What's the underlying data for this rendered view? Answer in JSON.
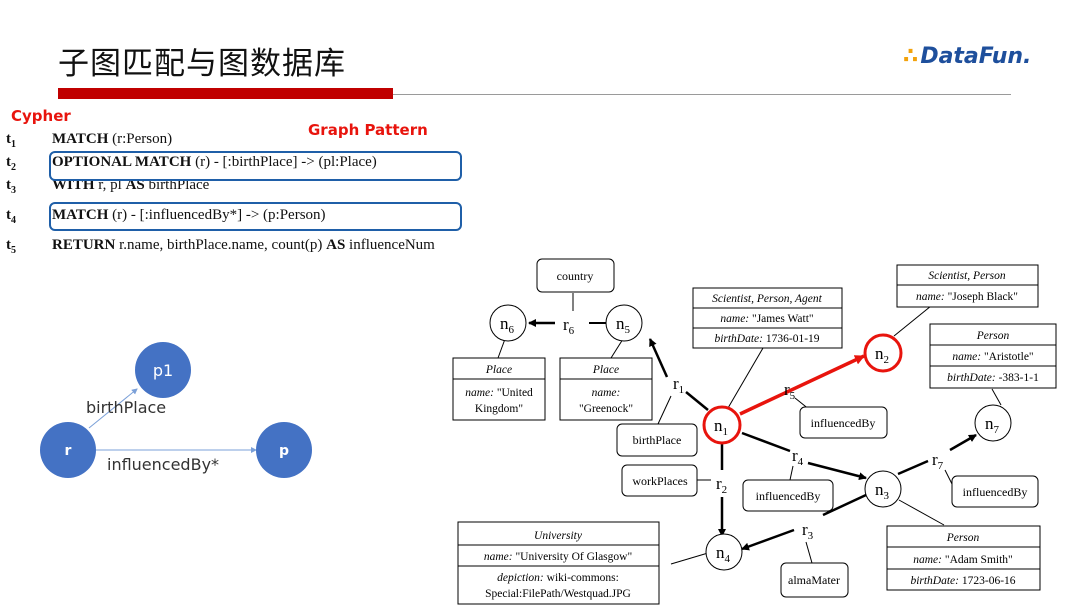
{
  "header": {
    "title": "子图匹配与图数据库",
    "logo_text": "DataFun.",
    "logo_dots": "∴"
  },
  "labels": {
    "cypher": "Cypher",
    "graph_pattern": "Graph Pattern"
  },
  "query": {
    "lines": [
      {
        "t": "t",
        "sub": "1",
        "kw": "MATCH",
        "rest": " (r:Person)"
      },
      {
        "t": "t",
        "sub": "2",
        "kw": "OPTIONAL MATCH",
        "rest": " (r) - [:birthPlace] -> (pl:Place)"
      },
      {
        "t": "t",
        "sub": "3",
        "kw": "WITH",
        "rest": " r, pl ",
        "kw2": "AS",
        "rest2": " birthPlace"
      },
      {
        "t": "t",
        "sub": "4",
        "kw": "MATCH",
        "rest": " (r) - [:influencedBy*] -> (p:Person)"
      },
      {
        "t": "t",
        "sub": "5",
        "kw": "RETURN",
        "rest": " r.name, birthPlace.name, count(p) ",
        "kw2": "AS",
        "rest2": " influenceNum"
      }
    ]
  },
  "pattern": {
    "nodes": {
      "p1": "p1",
      "r": "r",
      "p": "p"
    },
    "edges": {
      "birthPlace": "birthPlace",
      "influencedBy": "influencedBy*"
    },
    "colors": {
      "node": "#4472c4",
      "edge": "#7ba0d8"
    }
  },
  "graph": {
    "nodes": {
      "n1": "n",
      "n1_sub": "1",
      "n2": "n",
      "n2_sub": "2",
      "n3": "n",
      "n3_sub": "3",
      "n4": "n",
      "n4_sub": "4",
      "n5": "n",
      "n5_sub": "5",
      "n6": "n",
      "n6_sub": "6",
      "n7": "n",
      "n7_sub": "7"
    },
    "edges": {
      "r1": "r",
      "r1_sub": "1",
      "r2": "r",
      "r2_sub": "2",
      "r3": "r",
      "r3_sub": "3",
      "r4": "r",
      "r4_sub": "4",
      "r5": "r",
      "r5_sub": "5",
      "r6": "r",
      "r6_sub": "6",
      "r7": "r",
      "r7_sub": "7"
    },
    "edge_labels": {
      "country": "country",
      "birthPlace": "birthPlace",
      "workPlaces": "workPlaces",
      "influencedBy_r5": "influencedBy",
      "influencedBy_r4": "influencedBy",
      "influencedBy_r7": "influencedBy",
      "almaMater": "almaMater"
    },
    "props": {
      "watt": {
        "type": "Scientist, Person, Agent",
        "name_key": "name:",
        "name_val": " \"James Watt\"",
        "bd_key": "birthDate:",
        "bd_val": " 1736-01-19"
      },
      "black": {
        "type": "Scientist, Person",
        "name_key": "name:",
        "name_val": " \"Joseph Black\""
      },
      "aristotle": {
        "type": "Person",
        "name_key": "name:",
        "name_val": " \"Aristotle\"",
        "bd_key": "birthDate:",
        "bd_val": " -383-1-1"
      },
      "smith": {
        "type": "Person",
        "name_key": "name:",
        "name_val": " \"Adam Smith\"",
        "bd_key": "birthDate:",
        "bd_val": " 1723-06-16"
      },
      "uk": {
        "type": "Place",
        "name_key": "name:",
        "name_val": " \"United",
        "name_val2": "Kingdom\""
      },
      "greenock": {
        "type": "Place",
        "name_key": "name:",
        "name_val": "\"Greenock\""
      },
      "glasgow": {
        "type": "University",
        "name_key": "name:",
        "name_val": " \"University Of Glasgow\"",
        "dep_key": "depiction:",
        "dep_val": " wiki-commons:",
        "dep_val2": "Special:FilePath/Westquad.JPG"
      }
    },
    "colors": {
      "match": "#e8140d",
      "black": "#000000",
      "highlight_box": "#1f5fa8"
    }
  }
}
